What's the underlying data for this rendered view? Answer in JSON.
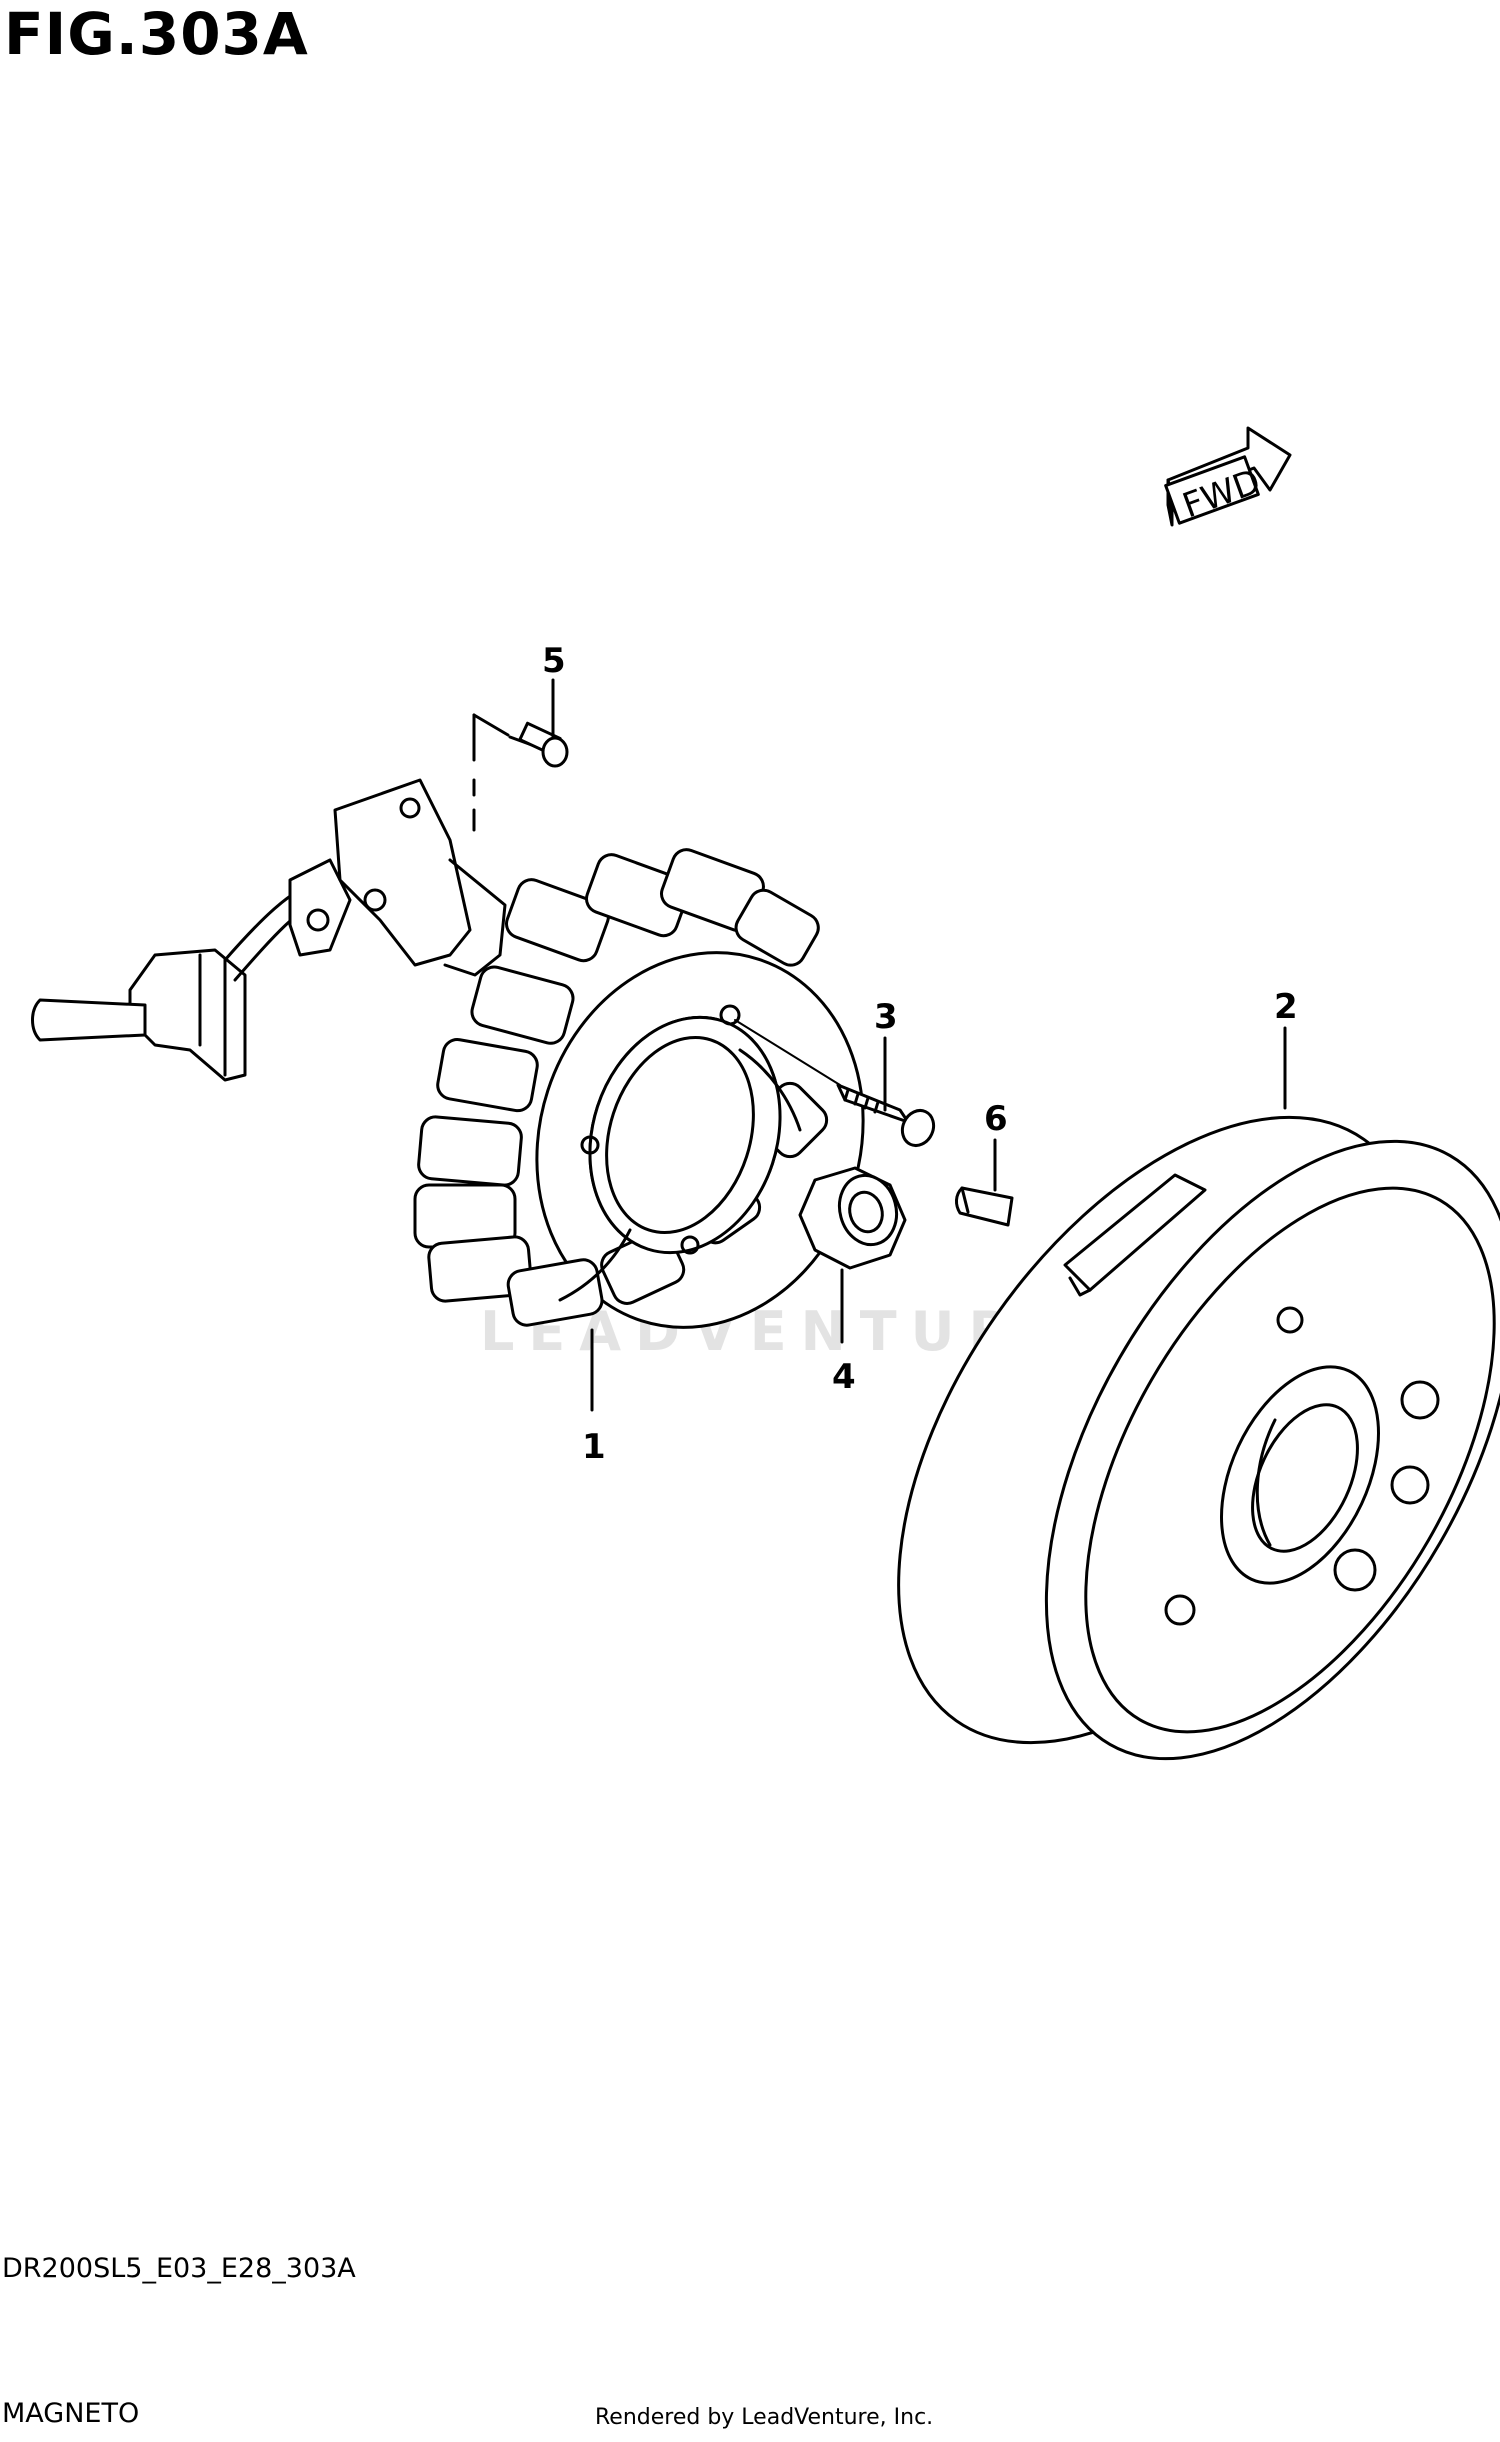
{
  "figure": {
    "title": "FIG.303A",
    "diagram_code": "DR200SL5_E03_E28_303A",
    "section_name": "MAGNETO",
    "rendered_by": "Rendered by LeadVenture, Inc.",
    "watermark": "LEADVENTURE",
    "direction_label": "FWD"
  },
  "callouts": [
    "1",
    "2",
    "3",
    "4",
    "5",
    "6"
  ],
  "colors": {
    "line": "#000000",
    "background": "#ffffff",
    "watermark": "#e3e3e3"
  }
}
